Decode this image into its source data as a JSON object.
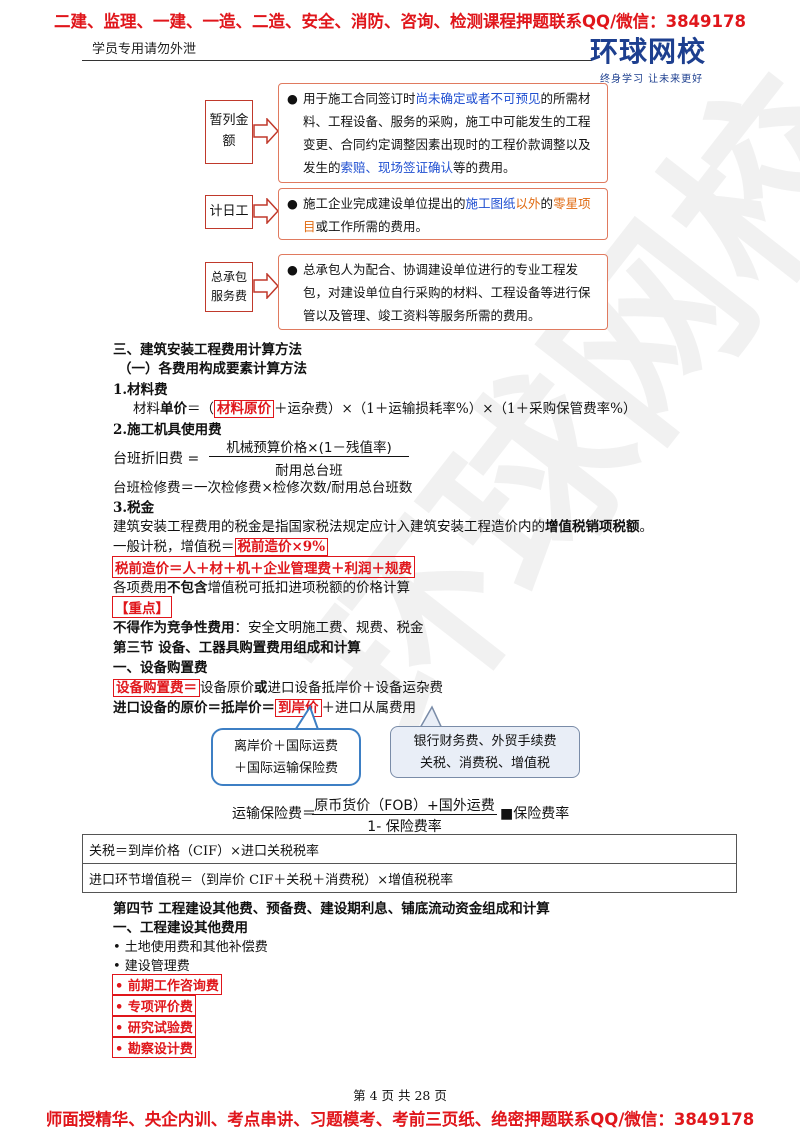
{
  "banner_top": "二建、监理、一建、一造、二造、安全、消防、咨询、检测课程押题联系QQ/微信：3849178",
  "header": {
    "left_text": "学员专用请勿外泄",
    "logo_text": "环球网校",
    "logo_slogan": "终身学习  让未来更好"
  },
  "watermark": "环球网校",
  "definitions": [
    {
      "tag": "暂列金额",
      "segments": [
        {
          "text": "用于施工合同签订时",
          "style": ""
        },
        {
          "text": "尚未确定或者不可预见",
          "style": "blue"
        },
        {
          "text": "的所需材料、工程设备、服务的采购，施工中可能发生的工程变更、合同约定调整因素出现时的工程价款调整以及发生的",
          "style": ""
        },
        {
          "text": "索赔、现场签证确认",
          "style": "blue"
        },
        {
          "text": "等的费用。",
          "style": ""
        }
      ]
    },
    {
      "tag": "计日工",
      "segments": [
        {
          "text": "施工企业完成建设单位提出的",
          "style": ""
        },
        {
          "text": "施工图纸",
          "style": "blue"
        },
        {
          "text": "以外",
          "style": "orange"
        },
        {
          "text": "的",
          "style": ""
        },
        {
          "text": "零星项目",
          "style": "orange"
        },
        {
          "text": "或工作所需的费用。",
          "style": ""
        }
      ]
    },
    {
      "tag": "总承包服务费",
      "segments": [
        {
          "text": "总承包人为配合、协调建设单位进行的专业工程发包，对建设单位自行采购的材料、工程设备等进行保管以及管理、竣工资料等服务所需的费用。",
          "style": ""
        }
      ]
    }
  ],
  "s3": {
    "heading": "三、建筑安装工程费用计算方法",
    "sub1": "（一）各费用构成要素计算方法",
    "material_title": "1.材料费",
    "material_formula": {
      "p1": "材料",
      "p2": "单价",
      "p3": "＝（",
      "p4": "材料原价",
      "p5": "＋运杂费）×（1＋运输损耗率%）×（1＋采购保管费率%）"
    },
    "machine_title": "2.施工机具使用费",
    "depreciation": {
      "left": "台班折旧费 =",
      "numerator": "机械预算价格×(1－残值率)",
      "denominator": "耐用总台班"
    },
    "overhaul": "台班检修费＝一次检修费×检修次数/耐用总台班数",
    "tax_title": "3.税金",
    "tax_desc_a": "建筑安装工程费用的税金是指国家税法规定应计入建筑安装工程造价内的",
    "tax_desc_b": "增值税销项税额",
    "tax_desc_c": "。",
    "vat_prefix": "一般计税，增值税＝",
    "vat_box": "税前造价×9%",
    "pretax": "税前造价＝人＋材＋机＋企业管理费＋利润＋规费",
    "excl_a": "各项费用",
    "excl_b": "不包含",
    "excl_c": "增值税可抵扣进项税额的价格计算",
    "key": "【重点】",
    "noncomp_a": "不得作为竞争性费用",
    "noncomp_b": "：安全文明施工费、规费、税金"
  },
  "sec3": {
    "heading": "第三节  设备、工器具购置费用组成和计算",
    "sub": "一、设备购置费",
    "eq1_box": "设备购置费＝",
    "eq1_a": "设备原价",
    "eq1_b": "或",
    "eq1_c": "进口设备抵岸价＋设备运杂费",
    "eq2_a": "进口设备的原价＝抵岸价＝",
    "eq2_box": "到岸价",
    "eq2_c": "＋进口从属费用",
    "bubble1_l1": "离岸价＋国际运费",
    "bubble1_l2": "＋国际运输保险费",
    "bubble2_l1": "银行财务费、外贸手续费",
    "bubble2_l2": "关税、消费税、增值税",
    "insurance": {
      "left": "运输保险费＝",
      "numerator": "原币货价（FOB）+国外运费",
      "denominator": "1- 保险费率",
      "right": "■保险费率"
    },
    "table": [
      "关税＝到岸价格（CIF）×进口关税税率",
      "进口环节增值税＝（到岸价 CIF＋关税＋消费税）×增值税税率"
    ]
  },
  "sec4": {
    "heading": "第四节  工程建设其他费、预备费、建设期利息、铺底流动资金组成和计算",
    "sub": "一、工程建设其他费用",
    "items_plain": [
      "• 土地使用费和其他补偿费",
      "• 建设管理费"
    ],
    "items_boxed": [
      "• 前期工作咨询费",
      "• 专项评价费",
      "• 研究试验费",
      "• 勘察设计费"
    ]
  },
  "page_number": "第 4 页 共 28 页",
  "banner_bottom": "师面授精华、央企内训、考点串讲、习题模考、考前三页纸、绝密押题联系QQ/微信：3849178"
}
